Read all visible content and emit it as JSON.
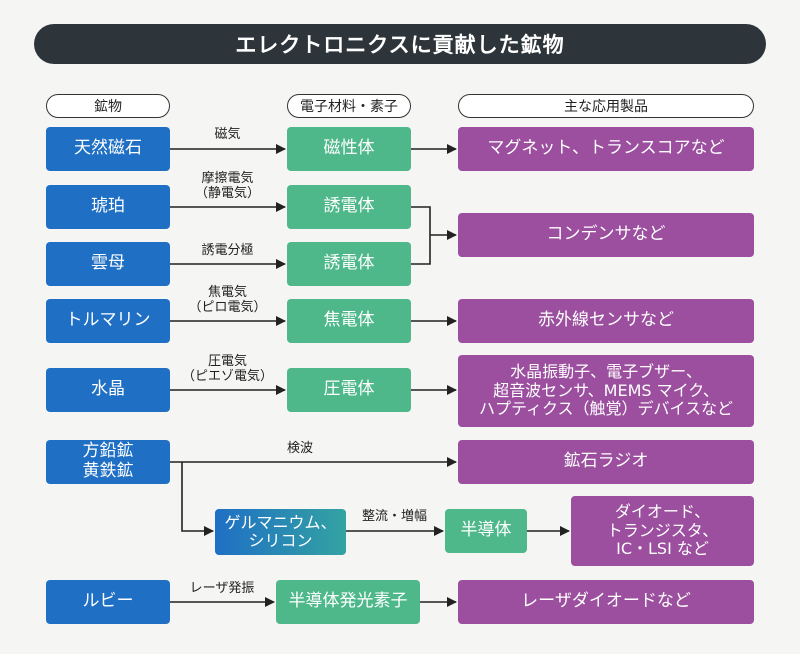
{
  "title": "エレクトロニクスに貢献した鉱物",
  "headers": {
    "mineral": "鉱物",
    "material": "電子材料・素子",
    "product": "主な応用製品"
  },
  "minerals": {
    "m1": "天然磁石",
    "m2": "琥珀",
    "m3": "雲母",
    "m4": "トルマリン",
    "m5": "水晶",
    "m6": "方鉛鉱\n黄鉄鉱",
    "m7": "ルビー"
  },
  "materials": {
    "a1": "磁性体",
    "a2": "誘電体",
    "a3": "誘電体",
    "a4": "焦電体",
    "a5": "圧電体",
    "a6": "ゲルマニウム、\nシリコン",
    "a7": "半導体",
    "a8": "半導体発光素子"
  },
  "products": {
    "p1": "マグネット、トランスコアなど",
    "p2": "コンデンサなど",
    "p3": "赤外線センサなど",
    "p4": "水晶振動子、電子ブザー、\n超音波センサ、MEMS マイク、\nハプティクス（触覚）デバイスなど",
    "p5": "鉱石ラジオ",
    "p6": "ダイオード、\nトランジスタ、\nIC・LSI など",
    "p7": "レーザダイオードなど"
  },
  "edge_labels": {
    "e1": "磁気",
    "e2": "摩擦電気\n（静電気）",
    "e3": "誘電分極",
    "e4": "焦電気\n（ピロ電気）",
    "e5": "圧電気\n（ピエゾ電気）",
    "e6": "検波",
    "e7": "整流・増幅",
    "e8": "レーザ発振"
  },
  "colors": {
    "mineral": "#1f6fc5",
    "material": "#4eb88a",
    "product": "#9b4f9e",
    "title_bg": "#2e353a",
    "arrow": "#222222"
  }
}
